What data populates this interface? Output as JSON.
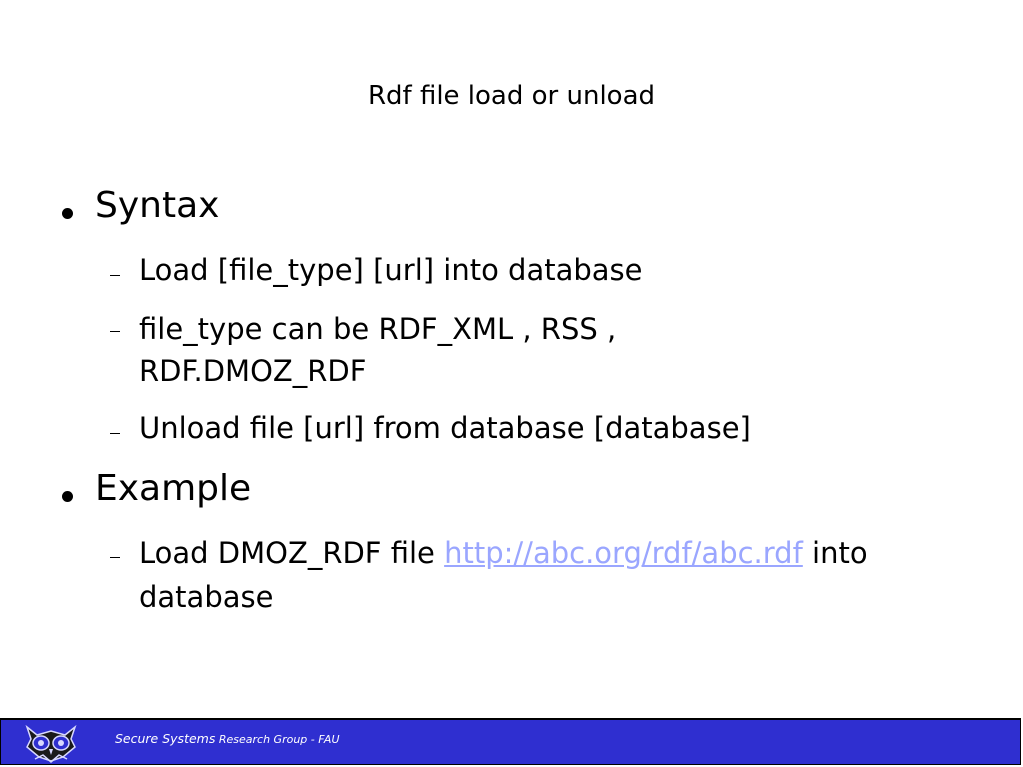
{
  "slide": {
    "title": "Rdf file load or unload"
  },
  "bullets": {
    "syntax": {
      "label": "Syntax",
      "items": [
        "Load [file_type] [url] into database",
        "file_type can be RDF_XML , RSS ,",
        "RDF.DMOZ_RDF",
        "Unload file [url] from database [database]"
      ]
    },
    "example": {
      "label": "Example",
      "item_prefix": "Load DMOZ_RDF file ",
      "item_link": "http://abc.org/rdf/abc.rdf",
      "item_suffix_line1": " into",
      "item_line2": "database"
    }
  },
  "footer": {
    "part1": "Secure Systems",
    "part2": " Research Group - FAU",
    "logo_icon": "owl-logo-icon",
    "background_color": "#2f2fd0"
  },
  "colors": {
    "link": "#9aa6ff",
    "text": "#000000"
  }
}
